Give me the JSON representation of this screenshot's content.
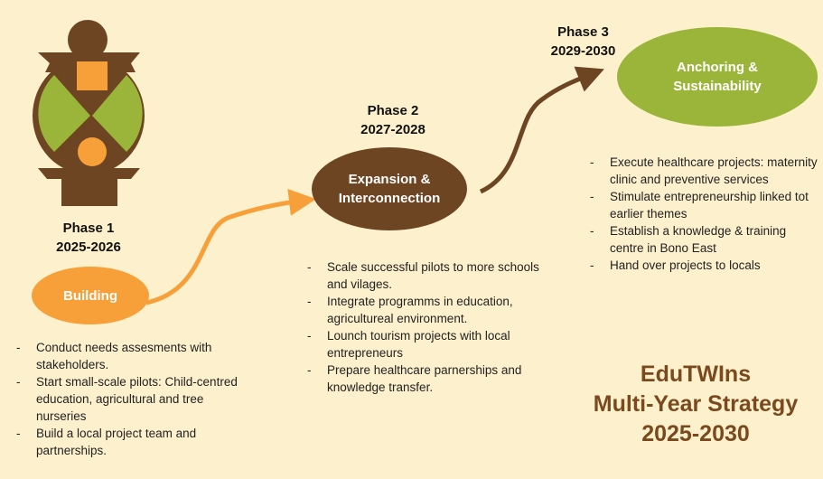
{
  "phases": [
    {
      "label": "Phase 1",
      "years": "2025-2026",
      "name": "Building",
      "items": [
        "Conduct needs assesments with stakeholders.",
        "Start small-scale pilots: Child-centred education, agricultural and tree nurseries",
        "Build a local project team and partnerships."
      ]
    },
    {
      "label": "Phase 2",
      "years": "2027-2028",
      "name_line1": "Expansion &",
      "name_line2": "Interconnection",
      "items": [
        "Scale successful pilots to more schools and vilages.",
        "Integrate programms in education, agricultureal environment.",
        "Lounch tourism projects with local entrepreneurs",
        "Prepare healthcare parnerships and knowledge transfer."
      ]
    },
    {
      "label": "Phase 3",
      "years": "2029-2030",
      "name_line1": "Anchoring &",
      "name_line2": "Sustainability",
      "items": [
        "Execute  healthcare projects: maternity clinic and preventive services",
        "Stimulate entrepreneurship linked tot earlier themes",
        "Establish a knowledge & training centre in Bono East",
        "Hand over projects to locals"
      ]
    }
  ],
  "title": {
    "line1": "EduTWIns",
    "line2": "Multi-Year Strategy",
    "line3": "2025-2030"
  },
  "colors": {
    "background": "#fdf0cc",
    "brown": "#6e4522",
    "orange": "#f7a03a",
    "green": "#9bb53a"
  }
}
